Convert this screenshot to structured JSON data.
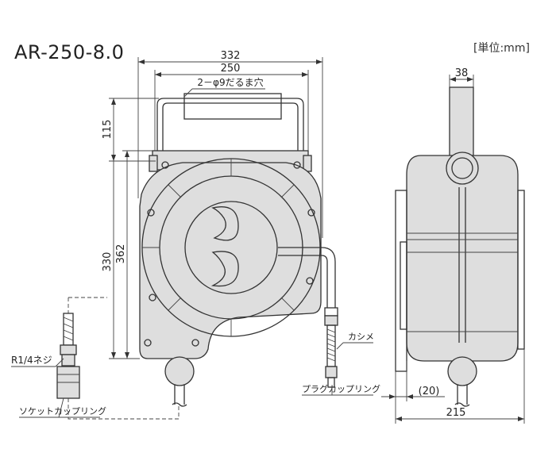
{
  "title": "AR-250-8.0",
  "unit_note": "[単位:mm]",
  "dimensions": {
    "overall_width": "332",
    "hole_pitch": "250",
    "hole_note": "2－φ9だるま穴",
    "handle_height": "115",
    "body_height_a": "330",
    "body_height_b": "362",
    "handle_width": "38",
    "depth": "215",
    "offset": "(20)"
  },
  "labels": {
    "thread": "R1/4ネジ",
    "socket": "ソケットカップリング",
    "clamp": "カシメ",
    "plug": "プラグカップリング"
  }
}
